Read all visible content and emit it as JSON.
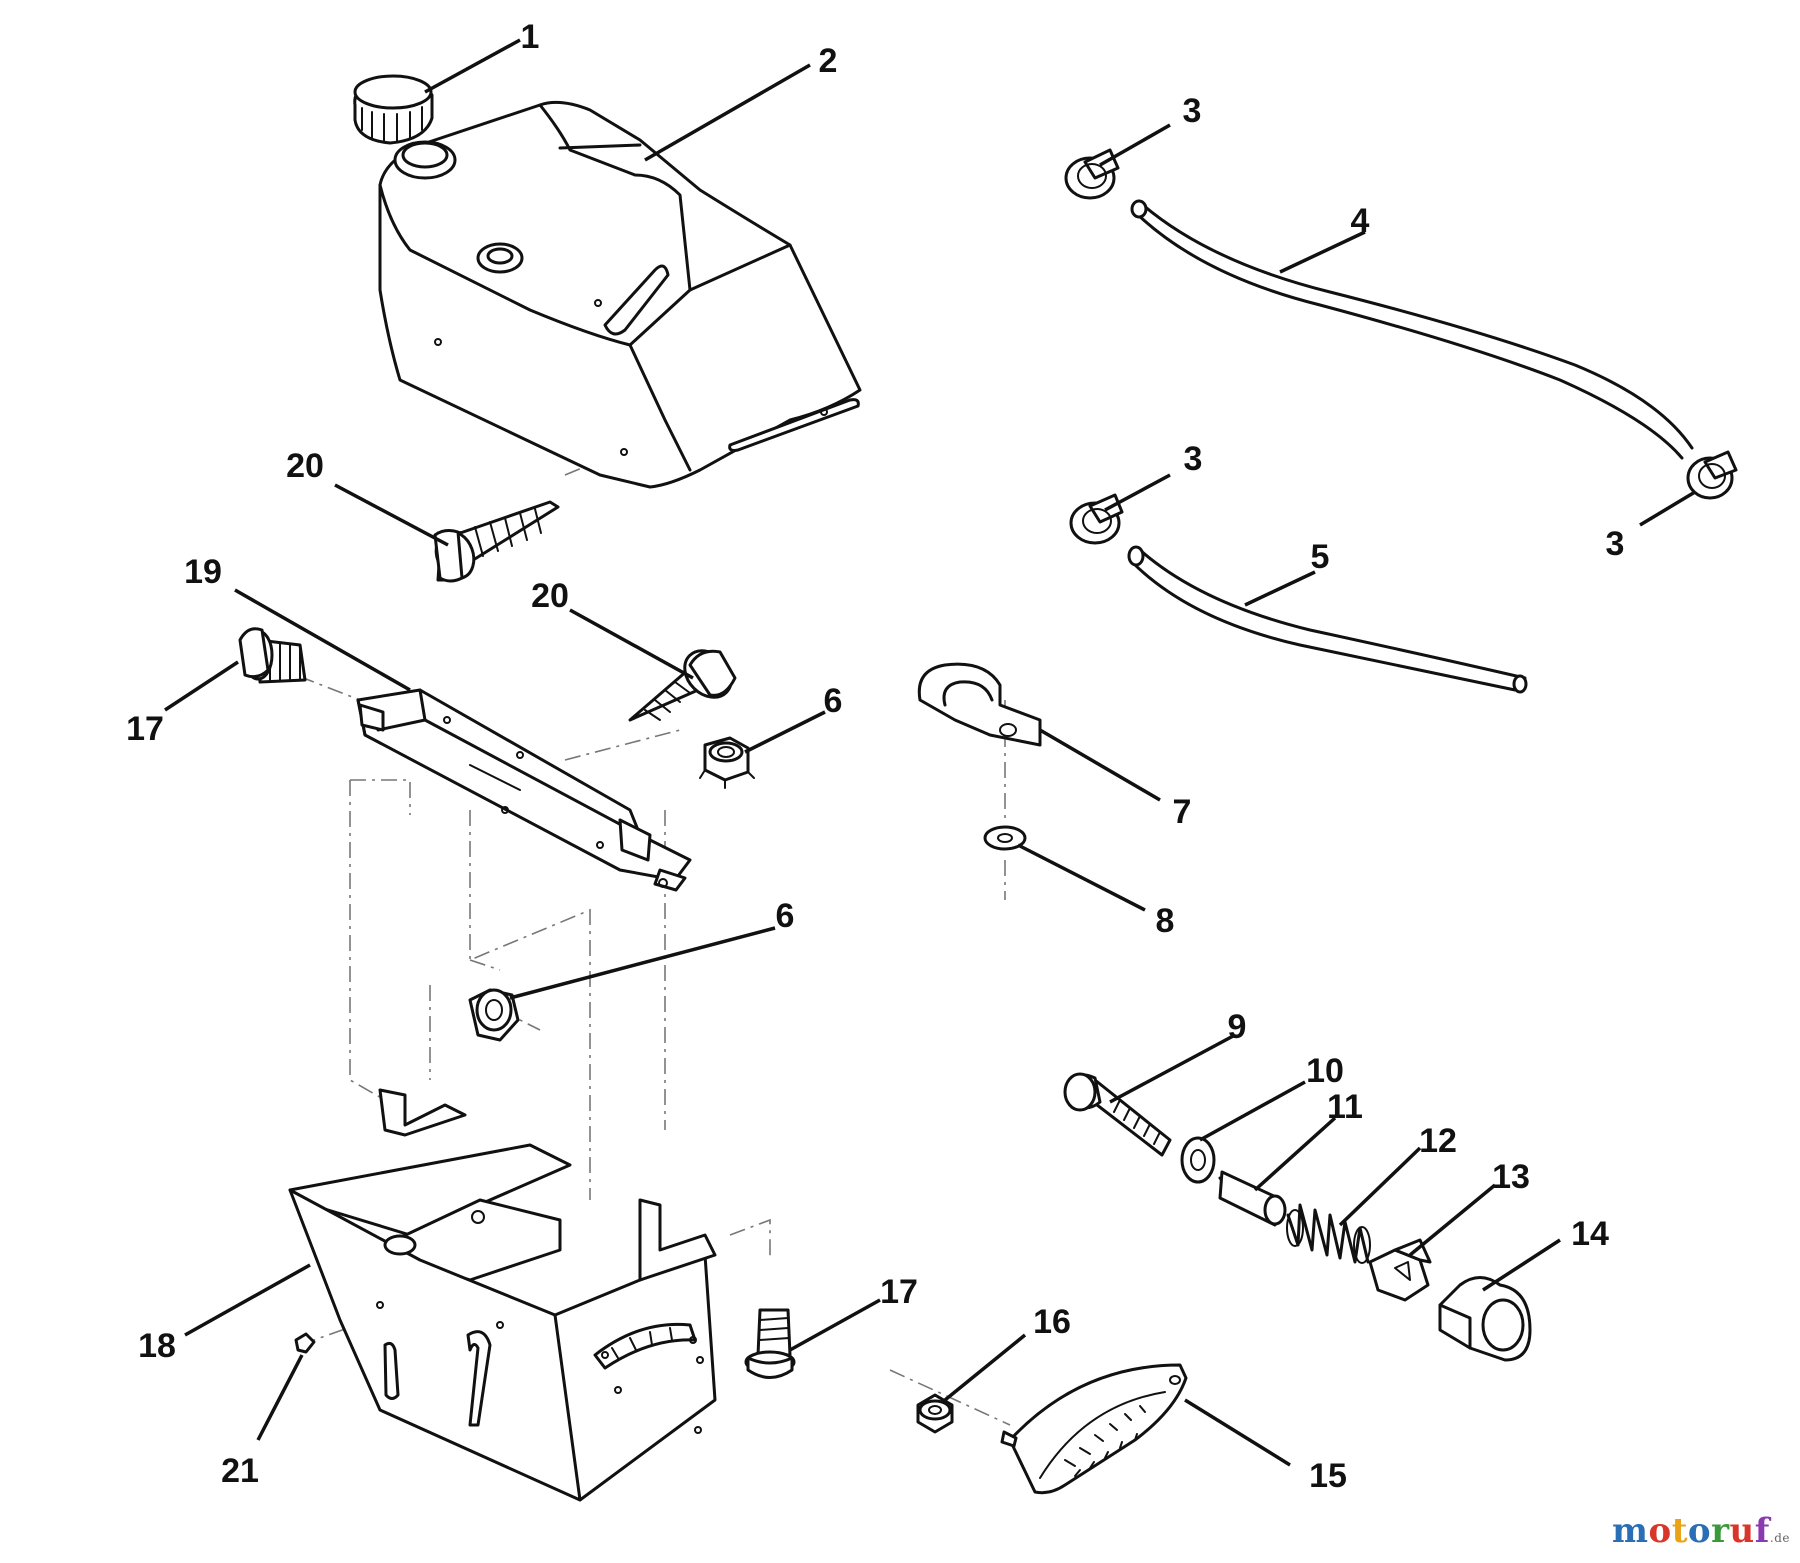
{
  "callouts": [
    {
      "id": "c1",
      "label": "1"
    },
    {
      "id": "c2",
      "label": "2"
    },
    {
      "id": "c3a",
      "label": "3"
    },
    {
      "id": "c3b",
      "label": "3"
    },
    {
      "id": "c3c",
      "label": "3"
    },
    {
      "id": "c4",
      "label": "4"
    },
    {
      "id": "c5",
      "label": "5"
    },
    {
      "id": "c6a",
      "label": "6"
    },
    {
      "id": "c6b",
      "label": "6"
    },
    {
      "id": "c7",
      "label": "7"
    },
    {
      "id": "c8",
      "label": "8"
    },
    {
      "id": "c9",
      "label": "9"
    },
    {
      "id": "c10",
      "label": "10"
    },
    {
      "id": "c11",
      "label": "11"
    },
    {
      "id": "c12",
      "label": "12"
    },
    {
      "id": "c13",
      "label": "13"
    },
    {
      "id": "c14",
      "label": "14"
    },
    {
      "id": "c15",
      "label": "15"
    },
    {
      "id": "c16",
      "label": "16"
    },
    {
      "id": "c17a",
      "label": "17"
    },
    {
      "id": "c17b",
      "label": "17"
    },
    {
      "id": "c18",
      "label": "18"
    },
    {
      "id": "c19",
      "label": "19"
    },
    {
      "id": "c20a",
      "label": "20"
    },
    {
      "id": "c20b",
      "label": "20"
    },
    {
      "id": "c21",
      "label": "21"
    }
  ],
  "watermark": {
    "letters": [
      "m",
      "o",
      "t",
      "o",
      "r",
      "u",
      "f"
    ],
    "suffix": ".de",
    "colors": [
      "#2a6fb5",
      "#d9352a",
      "#e8a317",
      "#2a6fb5",
      "#3a9a3a",
      "#d9352a",
      "#8a3ab0"
    ]
  },
  "colors": {
    "line": "#111111",
    "background": "#ffffff",
    "dash": "#777777"
  }
}
